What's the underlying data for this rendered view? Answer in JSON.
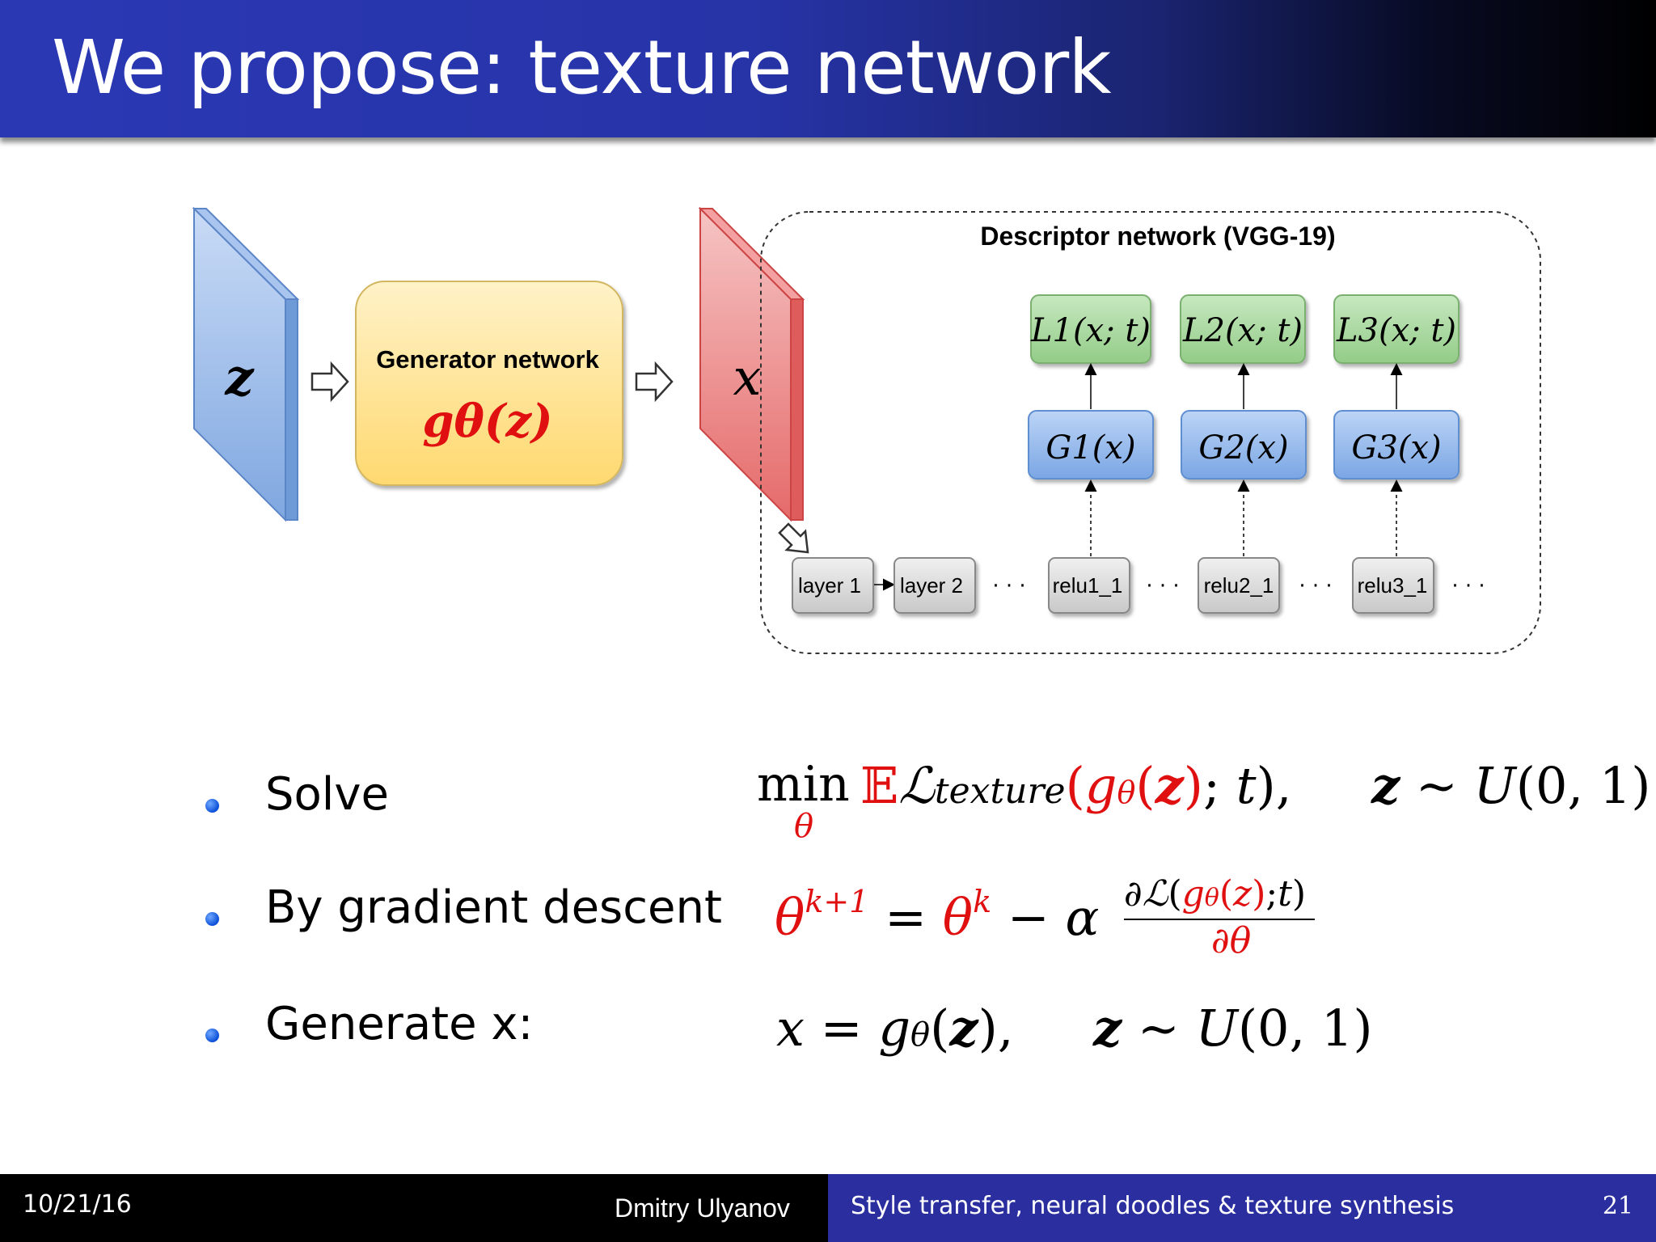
{
  "slide": {
    "title": "We propose: texture network"
  },
  "diagram": {
    "z_label": "z",
    "generator_title": "Generator network",
    "generator_formula": "gθ(z)",
    "x_label": "x",
    "descriptor_title": "Descriptor network (VGG-19)",
    "loss_nodes": [
      "L1(x; t)",
      "L2(x; t)",
      "L3(x; t)"
    ],
    "gram_nodes": [
      "G1(x)",
      "G2(x)",
      "G3(x)"
    ],
    "layers": [
      "layer 1",
      "layer 2",
      "relu1_1",
      "relu2_1",
      "relu3_1"
    ],
    "ellipsis": "· · ·"
  },
  "bullets": [
    {
      "text": "Solve"
    },
    {
      "text": "By gradient descent"
    },
    {
      "text": "Generate x:"
    }
  ],
  "formulas": {
    "solve": "min θ 𝔼ℒtexture(gθ(z); t),   z ~ U(0, 1)",
    "descent": "θk+1 = θk − α ∂ℒ(gθ(z);t) / ∂θ",
    "generate": "x = gθ(z),   z ~ U(0, 1)"
  },
  "footer": {
    "date": "10/21/16",
    "author": "Dmitry Ulyanov",
    "talk_title": "Style transfer, neural doodles & texture synthesis",
    "page": "21"
  },
  "colors": {
    "title_bar": "#2a38b4",
    "footer_right": "#2a2e9e",
    "z_panel": "#8fb2e6",
    "x_panel": "#eb7c7c",
    "generator_box": "#ffe38f",
    "loss_node": "#a3d49b",
    "gram_node": "#8fb6ec",
    "layer_node": "#d9d9d9",
    "formula_red": "#e01010"
  }
}
